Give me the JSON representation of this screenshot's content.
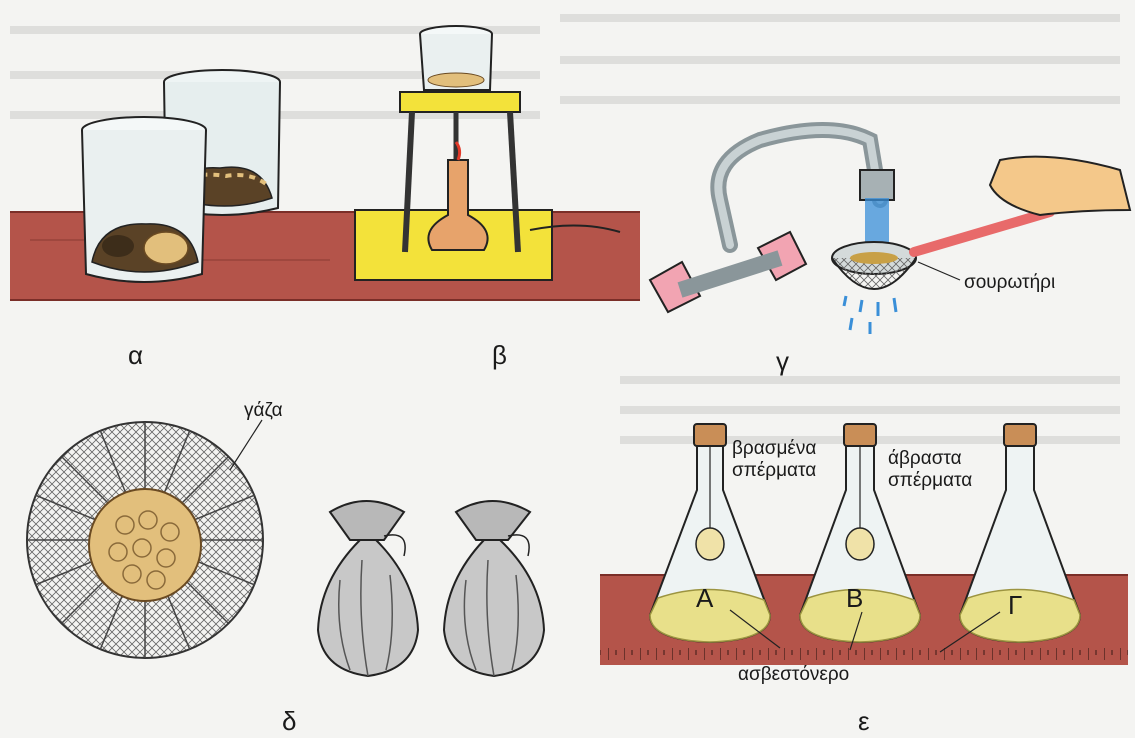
{
  "panels": {
    "a": "α",
    "b": "β",
    "c": "γ",
    "d": "δ",
    "e": "ε"
  },
  "labels": {
    "strainer": "σουρωτήρι",
    "gauze": "γάζα",
    "boiled_line1": "βρασμένα",
    "boiled_line2": "σπέρματα",
    "unboiled_line1": "άβραστα",
    "unboiled_line2": "σπέρματα",
    "limewater": "ασβεστόνερο",
    "flask_a": "Α",
    "flask_b": "Β",
    "flask_c": "Γ"
  },
  "colors": {
    "bench": "#b4544a",
    "bench_edge": "#7a2e28",
    "yellow_pad": "#f3e23a",
    "seeds": "#e2bf7c",
    "limewater": "#e8e08a",
    "cork": "#c98e57",
    "water": "#3a8fd8",
    "handle": "#e86a6a"
  }
}
